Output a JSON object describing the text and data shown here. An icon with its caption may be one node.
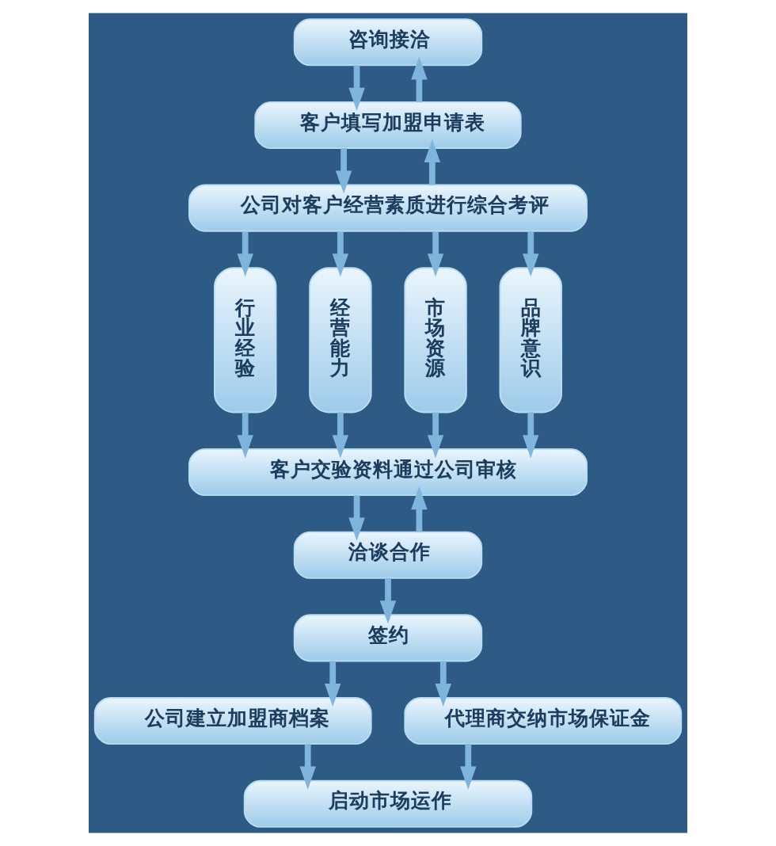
{
  "diagram": {
    "nodes": [
      {
        "text": [
          "咨询接洽"
        ]
      },
      {
        "text": [
          "客户填写加盟申请表"
        ]
      },
      {
        "text": [
          "公司对客户经营素质进行综合考评"
        ]
      },
      {
        "text": [
          "行业经验"
        ]
      },
      {
        "text": [
          "经营能力"
        ]
      },
      {
        "text": [
          "市场资源"
        ]
      },
      {
        "text": [
          "品牌意识"
        ]
      },
      {
        "text": [
          "客户交验资料通过公司审核"
        ]
      },
      {
        "text": [
          "洽谈合作"
        ]
      },
      {
        "text": [
          "签约"
        ]
      },
      {
        "text": [
          "公司建立加盟商档案"
        ]
      },
      {
        "text": [
          "代理商交纳市场保证金"
        ]
      },
      {
        "text": [
          "启动市场运作"
        ]
      }
    ],
    "edges": [
      {
        "from": 0,
        "to": 1,
        "arrow": "to"
      },
      {
        "from": 1,
        "to": 0,
        "arrow": "to"
      },
      {
        "from": 1,
        "to": 2,
        "arrow": "to"
      },
      {
        "from": 2,
        "to": 1,
        "arrow": "to"
      },
      {
        "from": 2,
        "to": 3,
        "arrow": "to"
      },
      {
        "from": 2,
        "to": 4,
        "arrow": "to"
      },
      {
        "from": 2,
        "to": 5,
        "arrow": "to"
      },
      {
        "from": 2,
        "to": 6,
        "arrow": "to"
      },
      {
        "from": 3,
        "to": 7,
        "arrow": "to"
      },
      {
        "from": 4,
        "to": 7,
        "arrow": "to"
      },
      {
        "from": 5,
        "to": 7,
        "arrow": "to"
      },
      {
        "from": 6,
        "to": 7,
        "arrow": "to"
      },
      {
        "from": 7,
        "to": 8,
        "arrow": "to"
      },
      {
        "from": 8,
        "to": 7,
        "arrow": "to"
      },
      {
        "from": 8,
        "to": 9,
        "arrow": "to"
      },
      {
        "from": 9,
        "to": 10,
        "arrow": "to"
      },
      {
        "from": 9,
        "to": 11,
        "arrow": "to"
      },
      {
        "from": 10,
        "to": 12,
        "arrow": "to"
      },
      {
        "from": 11,
        "to": 12,
        "arrow": "to"
      }
    ]
  }
}
